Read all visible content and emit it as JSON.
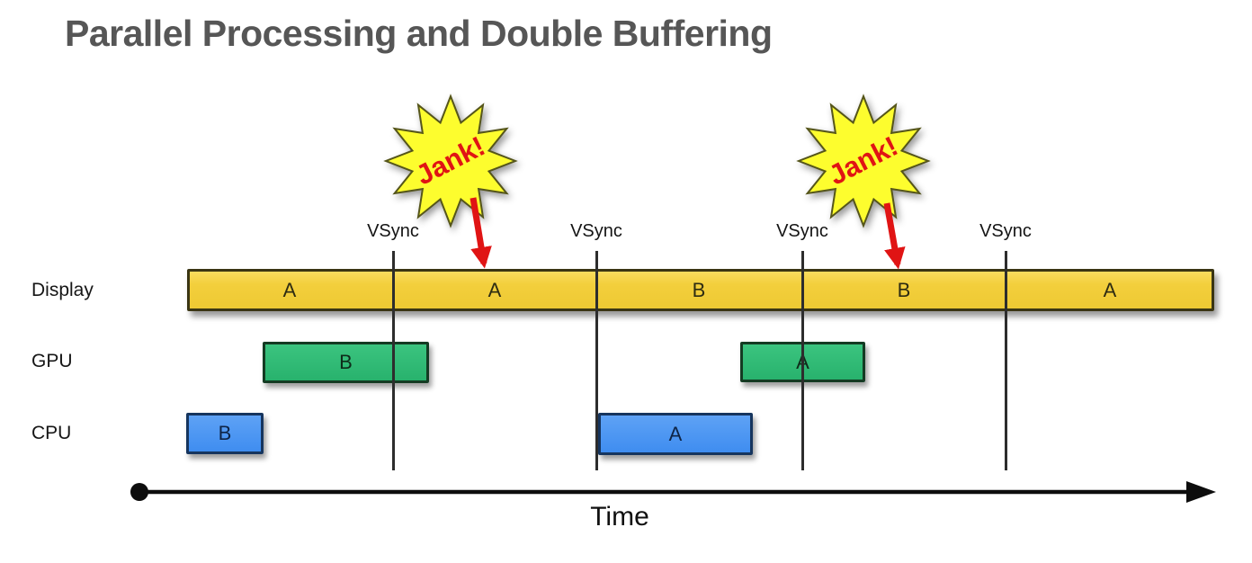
{
  "title": "Parallel Processing and Double Buffering",
  "rows": [
    {
      "label": "Display"
    },
    {
      "label": "GPU"
    },
    {
      "label": "CPU"
    }
  ],
  "vsync": {
    "labels": [
      "VSync",
      "VSync",
      "VSync",
      "VSync"
    ]
  },
  "jank": {
    "first": "Jank!",
    "second": "Jank!"
  },
  "display_bar": {
    "segments": [
      "A",
      "A",
      "B",
      "B",
      "A"
    ]
  },
  "gpu_bars": [
    {
      "label": "B"
    },
    {
      "label": "A"
    }
  ],
  "cpu_bars": [
    {
      "label": "B"
    },
    {
      "label": "A"
    }
  ],
  "time_axis": {
    "label": "Time"
  },
  "colors": {
    "title_text": "#565656",
    "display_bar_fill": "#f3cf3c",
    "gpu_bar_fill": "#2cb873",
    "cpu_bar_fill": "#478ff2",
    "jank_star_fill": "#fdfd2e",
    "jank_text": "#e01414",
    "arrow_red": "#e01414",
    "axis_black": "#0d0d0d"
  }
}
